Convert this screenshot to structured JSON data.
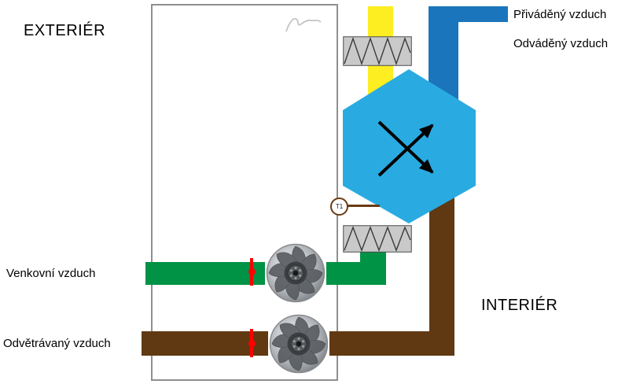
{
  "diagram": {
    "title": "Heat recovery ventilation unit schematic",
    "zones": {
      "exterior": "EXTERIÉR",
      "interior": "INTERIÉR"
    },
    "air_streams": {
      "supply": "Přiváděný vzduch",
      "exhaust": "Odváděný vzduch",
      "outdoor": "Venkovní vzduch",
      "extract": "Odvětrávaný vzduch"
    },
    "sensor": {
      "label": "T1"
    },
    "colors": {
      "duct_yellow": "#FCEE21",
      "duct_blue": "#1B75BC",
      "exchanger_cyan": "#29ABE2",
      "duct_green": "#009245",
      "duct_brown": "#603913",
      "valve_red": "#FF0000",
      "filter_gray": "#C9C9C9",
      "border_gray": "#8F8F8F",
      "sensor_brown": "#6B3A12"
    },
    "components": [
      "unit-enclosure",
      "filter-heater-top",
      "cross-flow-heat-exchanger",
      "filter-heater-bottom",
      "outdoor-air-fan",
      "extract-air-fan",
      "outdoor-duct-valve",
      "extract-duct-valve",
      "temperature-sensor-T1"
    ]
  }
}
